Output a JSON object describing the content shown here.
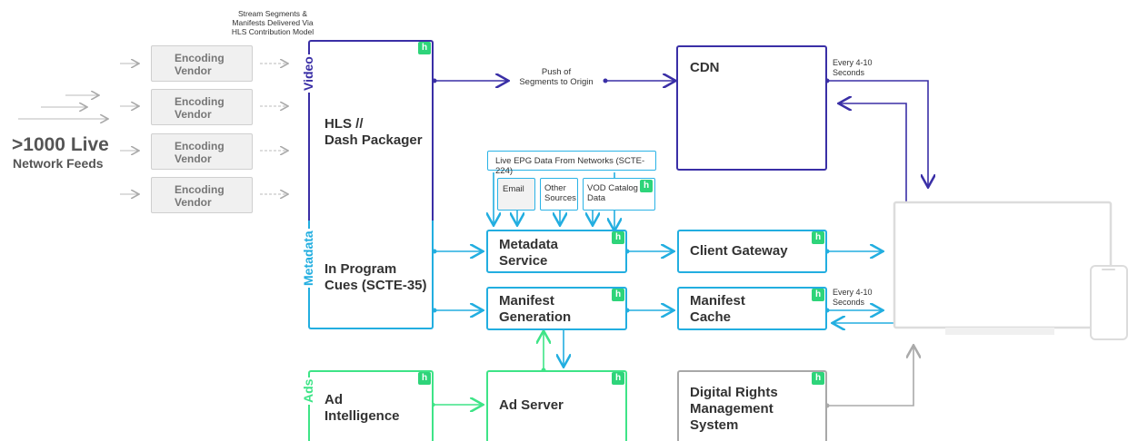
{
  "feeds": {
    "big": ">1000 Live",
    "sub": "Network Feeds"
  },
  "stream_note": "Stream Segments &\nManifests Delivered Via\nHLS Contribution Model",
  "encoding_vendor": "Encoding\nVendor",
  "section_labels": {
    "video": "Video",
    "metadata": "Metadata",
    "ads": "Ads"
  },
  "packager": {
    "title": "HLS //\nDash Packager",
    "cues": "In Program\nCues (SCTE-35)"
  },
  "push_note": "Push of\nSegments to Origin",
  "cdn": {
    "title": "CDN",
    "interval": "Every 4-10\nSeconds"
  },
  "epg": "Live EPG Data From Networks (SCTE-224)",
  "sources": {
    "email": "Email",
    "other": "Other\nSources",
    "vod": "VOD Catalog\nData"
  },
  "metadata_service": "Metadata\nService",
  "client_gateway": "Client Gateway",
  "manifest_generation": "Manifest\nGeneration",
  "manifest_cache": {
    "title": "Manifest\nCache",
    "interval": "Every 4-10\nSeconds"
  },
  "ad_intelligence": "Ad\nIntelligence",
  "ad_server": "Ad Server",
  "drm": "Digital Rights\nManagement\nSystem",
  "badge_letter": "h",
  "colors": {
    "purple": "#3a2fa6",
    "blue": "#22aee0",
    "green": "#3ee487",
    "gray": "#a8a8a8"
  }
}
